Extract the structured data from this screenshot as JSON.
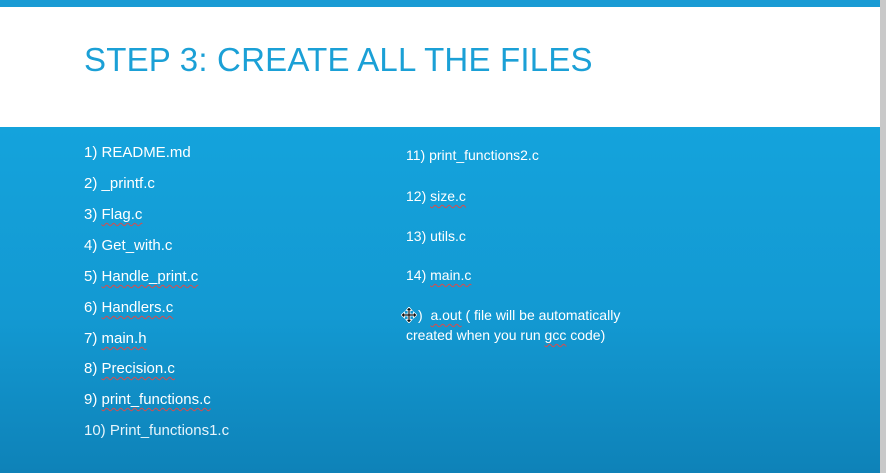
{
  "slide": {
    "title": "STEP 3: CREATE ALL THE FILES",
    "colors": {
      "accent": "#1ba0d6",
      "background": "#13a0d8",
      "text": "#ffffff",
      "spellcheck": "#d94c4c"
    },
    "left_items": [
      {
        "num": "1)",
        "name": "README.md"
      },
      {
        "num": "2)",
        "name": "_printf.c"
      },
      {
        "num": "3)",
        "name": "Flag.c"
      },
      {
        "num": "4)",
        "name": "Get_with.c"
      },
      {
        "num": "5)",
        "name": "Handle_print.c"
      },
      {
        "num": "6)",
        "name": "Handlers.c"
      },
      {
        "num": "7)",
        "name": "main.h"
      },
      {
        "num": "8)",
        "name": "Precision.c"
      },
      {
        "num": "9)",
        "name": "print_functions.c"
      },
      {
        "num": "10)",
        "name": "Print_functions1.c"
      }
    ],
    "right_items": [
      {
        "num": "11)",
        "name": "print_functions2.c"
      },
      {
        "num": "12)",
        "name": "size.c"
      },
      {
        "num": "13)",
        "name": "utils.c"
      },
      {
        "num": "14)",
        "name": "main.c"
      }
    ],
    "note": {
      "num": ")",
      "file": "a.out",
      "line1_rest": " ( file will be automatically",
      "line2_pre": "created when you run ",
      "line2_word": "gcc",
      "line2_post": " code)"
    },
    "cursor_icon": "move-cursor-icon"
  }
}
